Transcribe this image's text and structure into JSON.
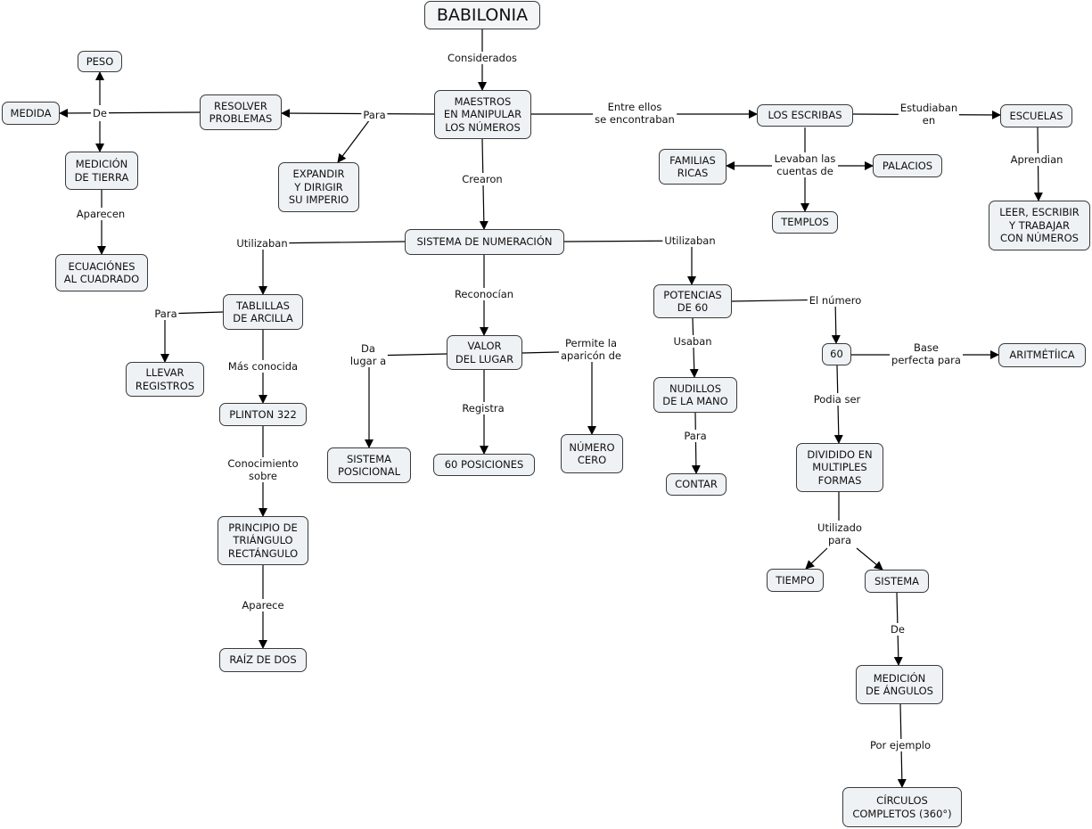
{
  "nodes": {
    "babilonia": "BABILONIA",
    "maestros": "MAESTROS\nEN MANIPULAR\nLOS NÚMEROS",
    "resolver": "RESOLVER\nPROBLEMAS",
    "peso": "PESO",
    "medida": "MEDIDA",
    "medicion_tierra": "MEDICIÓN\nDE TIERRA",
    "ecuaciones": "ECUACIÓNES\nAL CUADRADO",
    "expandir": "EXPANDIR\nY DIRIGIR\nSU IMPERIO",
    "escribas": "LOS ESCRIBAS",
    "escuelas": "ESCUELAS",
    "leer": "LEER, ESCRIBIR\nY TRABAJAR\nCON NÚMEROS",
    "familias": "FAMILIAS\nRICAS",
    "palacios": "PALACIOS",
    "templos": "TEMPLOS",
    "sistema_num": "SISTEMA DE NUMERACIÓN",
    "tablillas": "TABLILLAS\nDE ARCILLA",
    "llevar": "LLEVAR\nREGISTROS",
    "plinton": "PLINTON 322",
    "principio": "PRINCIPIO DE\nTRIÁNGULO\nRECTÁNGULO",
    "raiz": "RAÍZ DE DOS",
    "valor": "VALOR\nDEL LUGAR",
    "sist_pos": "SISTEMA\nPOSICIONAL",
    "sesenta_pos": "60 POSICIONES",
    "numero_cero": "NÚMERO\nCERO",
    "potencias": "POTENCIAS\nDE 60",
    "nudillos": "NUDILLOS\nDE LA MANO",
    "contar": "CONTAR",
    "sesenta": "60",
    "aritmetica": "ARITMÉTÍICA",
    "dividido": "DIVIDIDO EN\nMULTIPLES\nFORMAS",
    "tiempo": "TIEMPO",
    "sistema": "SISTEMA",
    "angulos": "MEDICIÓN\nDE ÁNGULOS",
    "circulos": "CÍRCULOS\nCOMPLETOS (360°)"
  },
  "links": {
    "considerados": "Considerados",
    "para1": "Para",
    "de1": "De",
    "aparecen": "Aparecen",
    "entre_ellos": "Entre ellos\nse encontraban",
    "estudiaban": "Estudiaban\nen",
    "aprendian": "Aprendian",
    "levaban": "Levaban las\ncuentas de",
    "crearon": "Crearon",
    "utilizaban1": "Utilizaban",
    "utilizaban2": "Utilizaban",
    "para2": "Para",
    "mas_conocida": "Más conocida",
    "conocimiento": "Conocimiento\nsobre",
    "aparece": "Aparece",
    "reconocian": "Reconocían",
    "da_lugar": "Da\nlugar a",
    "registra": "Registra",
    "permite": "Permite la\naparicón de",
    "usaban": "Usaban",
    "para3": "Para",
    "el_numero": "El número",
    "base": "Base\nperfecta para",
    "podia_ser": "Podia ser",
    "utilizado": "Utilizado\npara",
    "de2": "De",
    "por_ejemplo": "Por ejemplo"
  }
}
